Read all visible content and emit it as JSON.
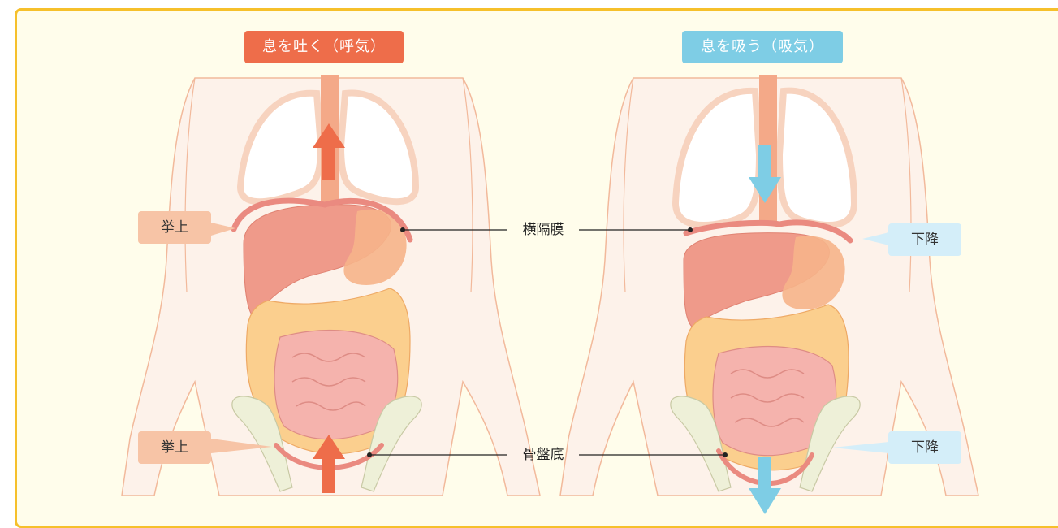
{
  "phases": {
    "exhale_title": "息を吐く（呼気）",
    "inhale_title": "息を吸う（吸気）"
  },
  "labels": {
    "diaphragm": "横隔膜",
    "pelvic_floor": "骨盤底",
    "exhale_diaphragm_motion": "挙上",
    "exhale_pelvic_motion": "挙上",
    "inhale_diaphragm_motion": "下降",
    "inhale_pelvic_motion": "下降"
  },
  "colors": {
    "frame_bg": "#fffdeb",
    "frame_border": "#f6c02b",
    "exhale_accent": "#ee6d4a",
    "inhale_accent": "#7ecde5",
    "rise_tag": "#f7c4a6",
    "lower_tag": "#d4eef9",
    "body_fill": "#fdf2ea",
    "body_outline": "#f2b99b",
    "liver": "#ef9a8a",
    "stomach": "#f6b48a",
    "small_intestine": "#f5b3ad",
    "large_intestine": "#fbcf8e",
    "diaphragm": "#ea8a80",
    "pelvic_bone": "#eef0d8"
  }
}
